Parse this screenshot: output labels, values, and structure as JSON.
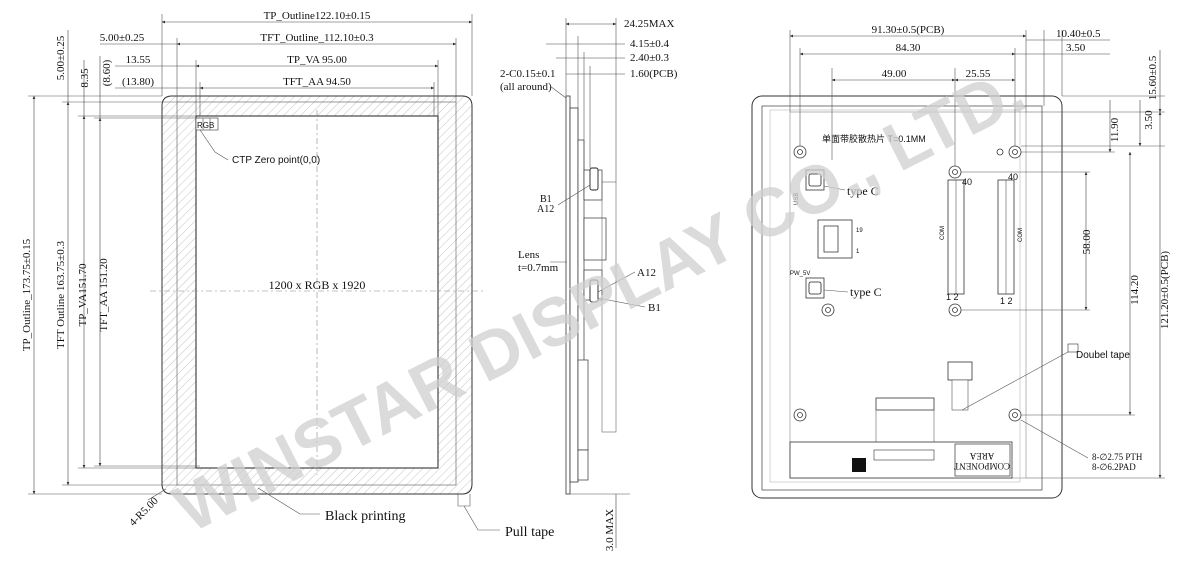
{
  "watermark": "WINSTAR DISPLAY CO., LTD.",
  "front_view": {
    "tp_outline_w": "TP_Outline122.10±0.15",
    "tft_outline_w": "TFT_Outline_112.10±0.3",
    "tp_va_w": "TP_VA 95.00",
    "tft_aa_w": "TFT_AA 94.50",
    "offset_500": "5.00±0.25",
    "offset_1355": "13.55",
    "offset_1380": "(13.80)",
    "left_500": "5.00±0.25",
    "left_835": "8.35",
    "left_860": "(8.60)",
    "tp_outline_h": "TP_Outline_173.75±0.15",
    "tft_outline_h": "TFT Outline 163.75±0.3",
    "tp_va_h": "TP_VA151.70",
    "tft_aa_h": "TFT_AA 151.20",
    "rgb_label": "RGB",
    "ctp_zero": "CTP Zero point(0,0)",
    "resolution": "1200 x RGB x 1920",
    "corner_radius": "4-R5.00",
    "black_printing": "Black printing",
    "pull_tape": "Pull tape"
  },
  "side_view": {
    "max_thickness": "24.25MAX",
    "d_415": "4.15±0.4",
    "d_240": "2.40±0.3",
    "d_160": "1.60(PCB)",
    "chamfer": "2-C0.15±0.1",
    "chamfer_note": "(all around)",
    "b1_top": "B1",
    "a12_top": "A12",
    "lens": "Lens",
    "lens_thickness": "t=0.7mm",
    "a12_bottom": "A12",
    "b1_bottom": "B1",
    "tape_max": "3.0 MAX"
  },
  "back_view": {
    "pcb_width": "91.30±0.5(PCB)",
    "w_8430": "84.30",
    "w_4900": "49.00",
    "w_2555": "25.55",
    "w_1040": "10.40±0.5",
    "w_350": "3.50",
    "h_1560": "15.60±0.5",
    "h_1190": "11.90",
    "h_350": "3.50",
    "h_5800": "58.00",
    "h_11420": "114.20",
    "pcb_height": "121.20±0.5(PCB)",
    "chinese_note": "单面带胶散热片 T=0.1MM",
    "usb_label": "USB",
    "type_c_top": "type C",
    "type_c_bottom": "type C",
    "pw_label": "PW_5V",
    "com_left": "COM",
    "com_right": "COM",
    "pin40_left": "40",
    "pin40_right": "40",
    "pin_1_2_left": "1 2",
    "pin_1_2_right": "1 2",
    "num_19": "19",
    "num_1": "1",
    "doubel_tape": "Doubel tape",
    "pth": "8-∅2.75 PTH",
    "pad": "8-∅6.2PAD",
    "component_area_1": "COMPONENT",
    "component_area_2": "AREA"
  }
}
